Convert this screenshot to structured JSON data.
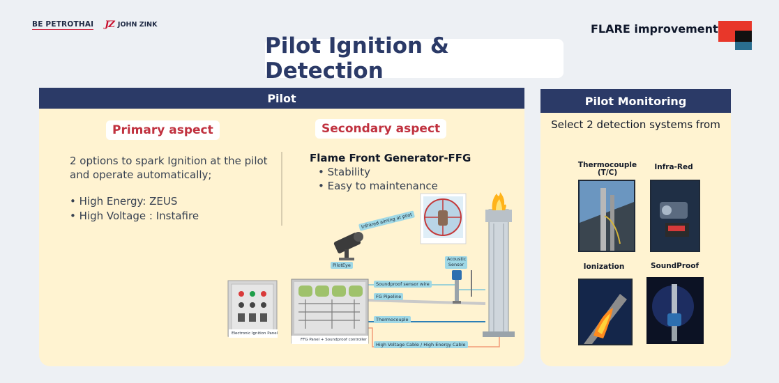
{
  "header": {
    "logo_be": "BE PETROTHAI",
    "logo_jz_mark": "JZ",
    "logo_jz": "JOHN ZINK",
    "section_label": "FLARE improvement",
    "title": "Pilot Ignition & Detection"
  },
  "pilot_panel": {
    "heading": "Pilot",
    "primary": {
      "label": "Primary aspect",
      "description": "2 options to spark Ignition at the pilot and operate automatically;",
      "options": [
        "• High Energy: ZEUS",
        "• High Voltage : Instafire"
      ]
    },
    "secondary": {
      "label": "Secondary aspect",
      "title": "Flame Front Generator-FFG",
      "points": [
        "•  Stability",
        "•  Easy to maintenance"
      ]
    },
    "diagram": {
      "infrared_aiming": "Infrared aiming at pilot",
      "piloteye": "PilotEye",
      "acoustic_sensor": "Acoustic Sensor",
      "soundproof_wire": "Soundproof sensor wire",
      "fg_pipeline": "FG Pipeline",
      "thermocouple": "Thermocouple",
      "hv_cable": "High Voltage Cable / High Energy Cable",
      "eip_caption": "Electronic Ignition Panel",
      "ffg_caption": "FFG Panel + Soundproof controller"
    }
  },
  "monitoring_panel": {
    "heading": "Pilot Monitoring",
    "intro": "Select 2 detection systems from",
    "systems": [
      "Thermocouple (T/C)",
      "Infra-Red",
      "Ionization",
      "SoundProof"
    ]
  },
  "colors": {
    "navy": "#2b3a67",
    "panel_bg": "#fff3d1",
    "accent_red": "#c0313f",
    "tag_blue": "#9fd8e6"
  }
}
